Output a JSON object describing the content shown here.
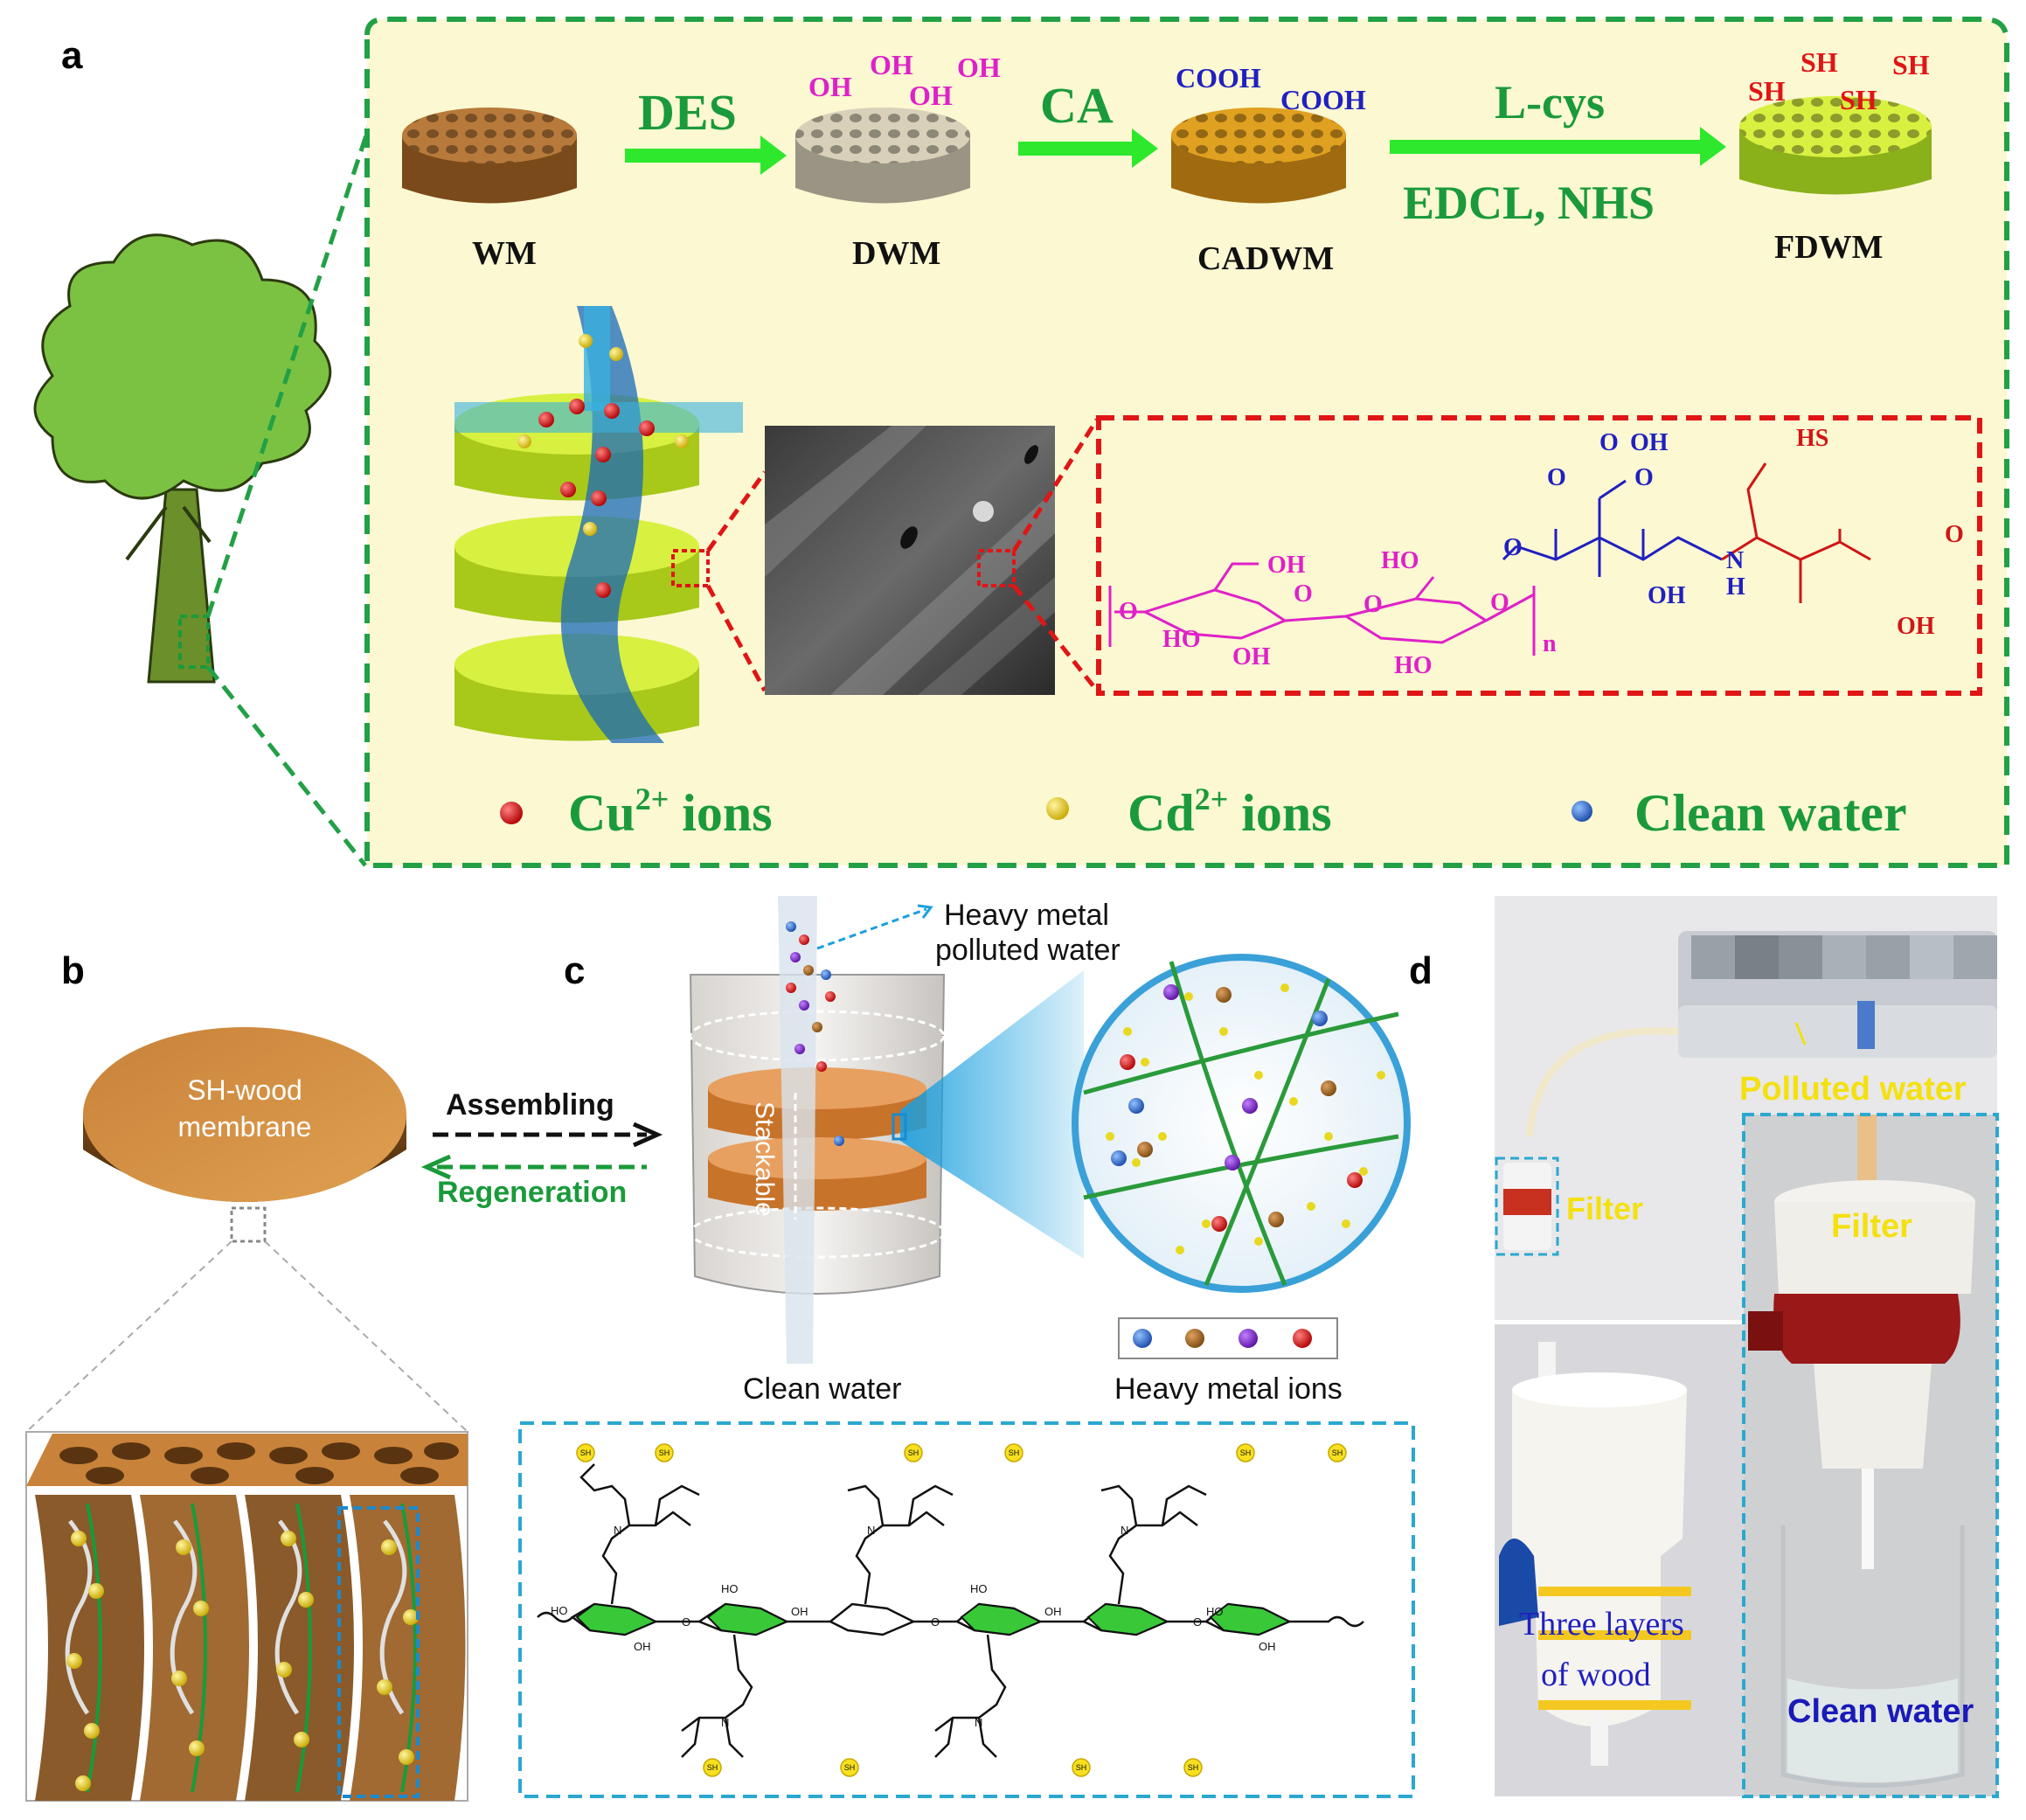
{
  "panels": {
    "a": "a",
    "b": "b",
    "c": "c",
    "d": "d"
  },
  "panel_a": {
    "stages": [
      "WM",
      "DWM",
      "CADWM",
      "FDWM"
    ],
    "arrow_labels": {
      "des": "DES",
      "ca": "CA",
      "lcys": "L-cys",
      "edcl": "EDCL, NHS"
    },
    "groups": {
      "oh": "OH",
      "cooh": "COOH",
      "sh": "SH"
    },
    "legend": {
      "cu_base": "Cu",
      "cu_sup": "2+",
      "cu_tail": " ions",
      "cd_base": "Cd",
      "cd_sup": "2+",
      "cd_tail": " ions",
      "water": "Clean water"
    },
    "structure": {
      "oh": "OH",
      "o": "O",
      "ho": "HO",
      "hs": "HS",
      "h": "H",
      "n": "N",
      "sub_n": "n"
    },
    "colors": {
      "panel_bg": "#fbf8d2",
      "dash_green": "#22a045",
      "arrow_green": "#2de82d",
      "text_green": "#1a9a3a",
      "red_dash": "#e01515",
      "magenta": "#e020c8",
      "blue": "#2020c0"
    }
  },
  "panel_b": {
    "membrane": "SH-wood\nmembrane",
    "membrane_l1": "SH-wood",
    "membrane_l2": "membrane",
    "assembling": "Assembling",
    "regeneration": "Regeneration"
  },
  "panel_c": {
    "polluted_l1": "Heavy  metal",
    "polluted_l2": "polluted water",
    "stackable": "Stackable",
    "clean_water": "Clean water",
    "ions_legend": "Heavy  metal ions",
    "sh": "SH",
    "ho": "HO",
    "oh": "OH",
    "o": "O",
    "n": "N"
  },
  "panel_d": {
    "polluted_water": "Polluted water",
    "filter": "Filter",
    "filter2": "Filter",
    "layers_l1": "Three layers",
    "layers_l2": "of wood",
    "clean_water": "Clean water"
  }
}
